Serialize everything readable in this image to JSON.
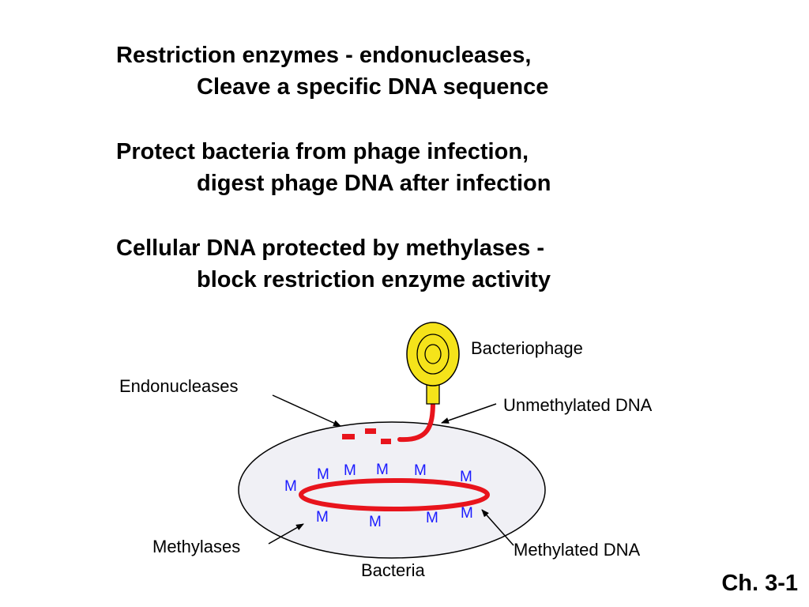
{
  "text": {
    "line1": "Restriction enzymes - endonucleases,",
    "line2": "Cleave a specific DNA sequence",
    "line3": "Protect bacteria from phage infection,",
    "line4": "digest phage DNA after infection",
    "line5": "Cellular DNA protected by methylases -",
    "line6": "block restriction enzyme activity"
  },
  "diagram": {
    "labels": {
      "bacteriophage": "Bacteriophage",
      "endonucleases": "Endonucleases",
      "unmethylated": "Unmethylated DNA",
      "methylases": "Methylases",
      "methylated": "Methylated DNA",
      "bacteria": "Bacteria"
    },
    "methyl_mark": "M",
    "colors": {
      "cell_fill": "#f0f0f5",
      "dna_red": "#e8141c",
      "phage_yellow": "#f5e31a",
      "methyl_blue": "#1a1aff"
    }
  },
  "footer": "Ch. 3-1"
}
